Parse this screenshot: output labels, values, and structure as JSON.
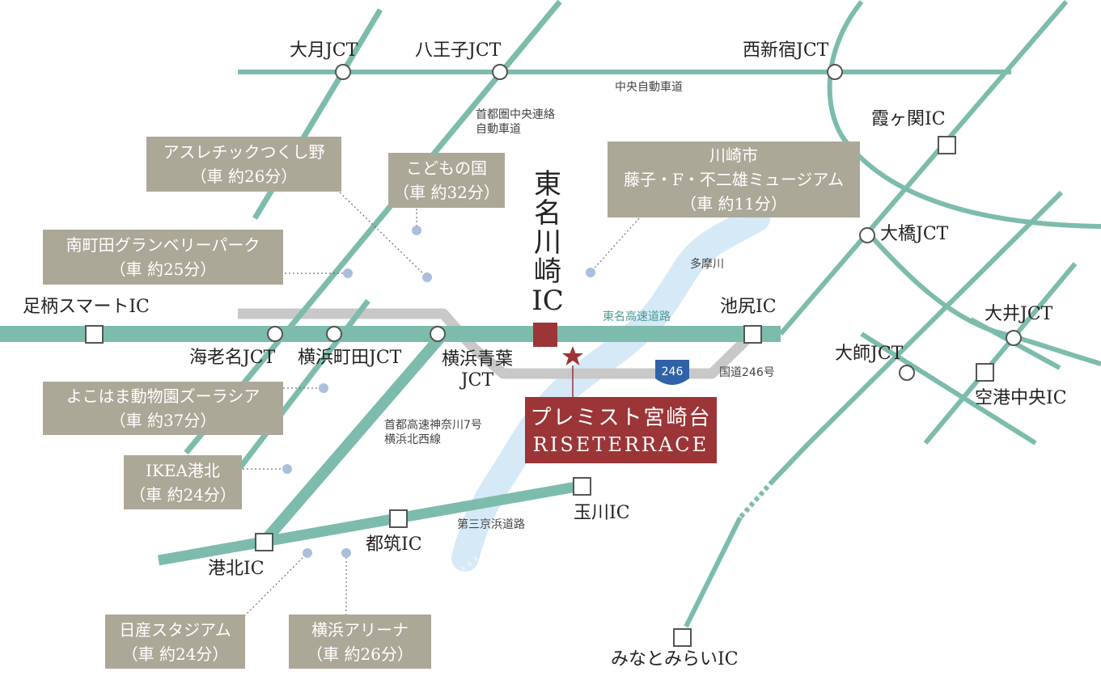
{
  "interchanges": {
    "otsuki_jct": "大月JCT",
    "hachioji_jct": "八王子JCT",
    "nishishinjuku_jct": "西新宿JCT",
    "kasumigaseki_ic": "霞ヶ関IC",
    "ohashi_jct": "大橋JCT",
    "ashigara_ic": "足柄スマートIC",
    "ebina_jct": "海老名JCT",
    "yokohamamachida_jct": "横浜町田JCT",
    "yokohamaaoba_jct": "横浜青葉\nJCT",
    "ikejiri_ic": "池尻IC",
    "ohi_jct": "大井JCT",
    "daishi_jct": "大師JCT",
    "kuko_chuo_ic": "空港中央IC",
    "tamagawa_ic": "玉川IC",
    "tsuzuki_ic": "都筑IC",
    "kohoku_ic": "港北IC",
    "minatomirai_ic": "みなとみらいIC"
  },
  "main_ic": "東名川崎IC",
  "main_ic_chars": [
    "東",
    "名",
    "川",
    "崎",
    "IC"
  ],
  "roads": {
    "chuo": "中央自動車道",
    "kenodo": "首都圏中央連絡\n自動車道",
    "tomei": "東名高速道路",
    "tama_river": "多摩川",
    "route246": "国道246号",
    "route246_shield": "246",
    "k7": "首都高速神奈川7号\n横浜北西線",
    "daisan_keihin": "第三京浜道路"
  },
  "spots": [
    {
      "name": "アスレチックつくし野",
      "time": "（車 約26分）"
    },
    {
      "name": "こどもの国",
      "time": "（車 約32分）"
    },
    {
      "name": "南町田グランベリーパーク",
      "time": "（車 約25分）"
    },
    {
      "name": "川崎市\n藤子・F・不二雄ミュージアム",
      "time": "（車 約11分）"
    },
    {
      "name": "よこはま動物園ズーラシア",
      "time": "（車 約37分）"
    },
    {
      "name": "IKEA港北",
      "time": "（車 約24分）"
    },
    {
      "name": "日産スタジアム",
      "time": "（車 約24分）"
    },
    {
      "name": "横浜アリーナ",
      "time": "（車 約26分）"
    }
  ],
  "property": {
    "name_ja": "プレミスト宮崎台",
    "name_en": "RISETERRACE"
  },
  "colors": {
    "road": "#7dbcac",
    "spot_box": "#aca898",
    "property": "#9c3537",
    "river": "#d6e9f7",
    "route246_road": "#c8c8c8",
    "shield": "#2f62a8",
    "dot": "#a9bfdc"
  }
}
